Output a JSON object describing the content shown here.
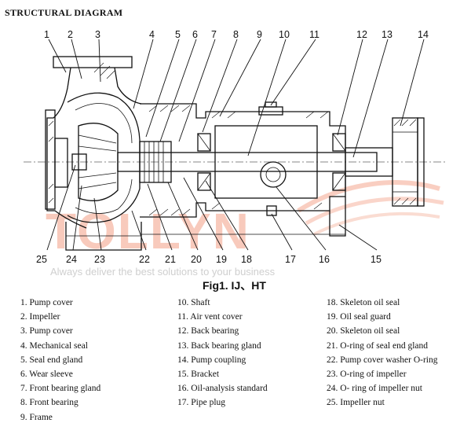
{
  "title": "STRUCTURAL DIAGRAM",
  "watermark": "TOLLYN",
  "tagline": "Always deliver the best solutions to your business",
  "figure_caption": "Fig1. IJ、HT",
  "callouts_top": [
    "1",
    "2",
    "3",
    "4",
    "5",
    "6",
    "7",
    "8",
    "9",
    "10",
    "11",
    "12",
    "13",
    "14"
  ],
  "callouts_bottom": [
    "25",
    "24",
    "23",
    "22",
    "21",
    "20",
    "19",
    "18",
    "17",
    "16",
    "15"
  ],
  "legend_col1": [
    "1. Pump cover",
    "2. Impeller",
    "3. Pump cover",
    "4. Mechanical seal",
    "5. Seal end gland",
    "6. Wear sleeve",
    "7. Front bearing gland",
    "8. Front bearing",
    "9. Frame"
  ],
  "legend_col2": [
    "10. Shaft",
    "11. Air vent cover",
    "12. Back bearing",
    "13. Back bearing gland",
    "14. Pump coupling",
    "15. Bracket",
    "16. Oil-analysis standard",
    "17. Pipe plug"
  ],
  "legend_col3": [
    "18. Skeleton oil seal",
    "19. Oil seal guard",
    "20. Skeleton oil seal",
    "21. O-ring of seal end gland",
    "22. Pump cover washer O-ring",
    "23. O-ring of impeller",
    "24. O- ring of impeller nut",
    "25. Impeller nut"
  ]
}
